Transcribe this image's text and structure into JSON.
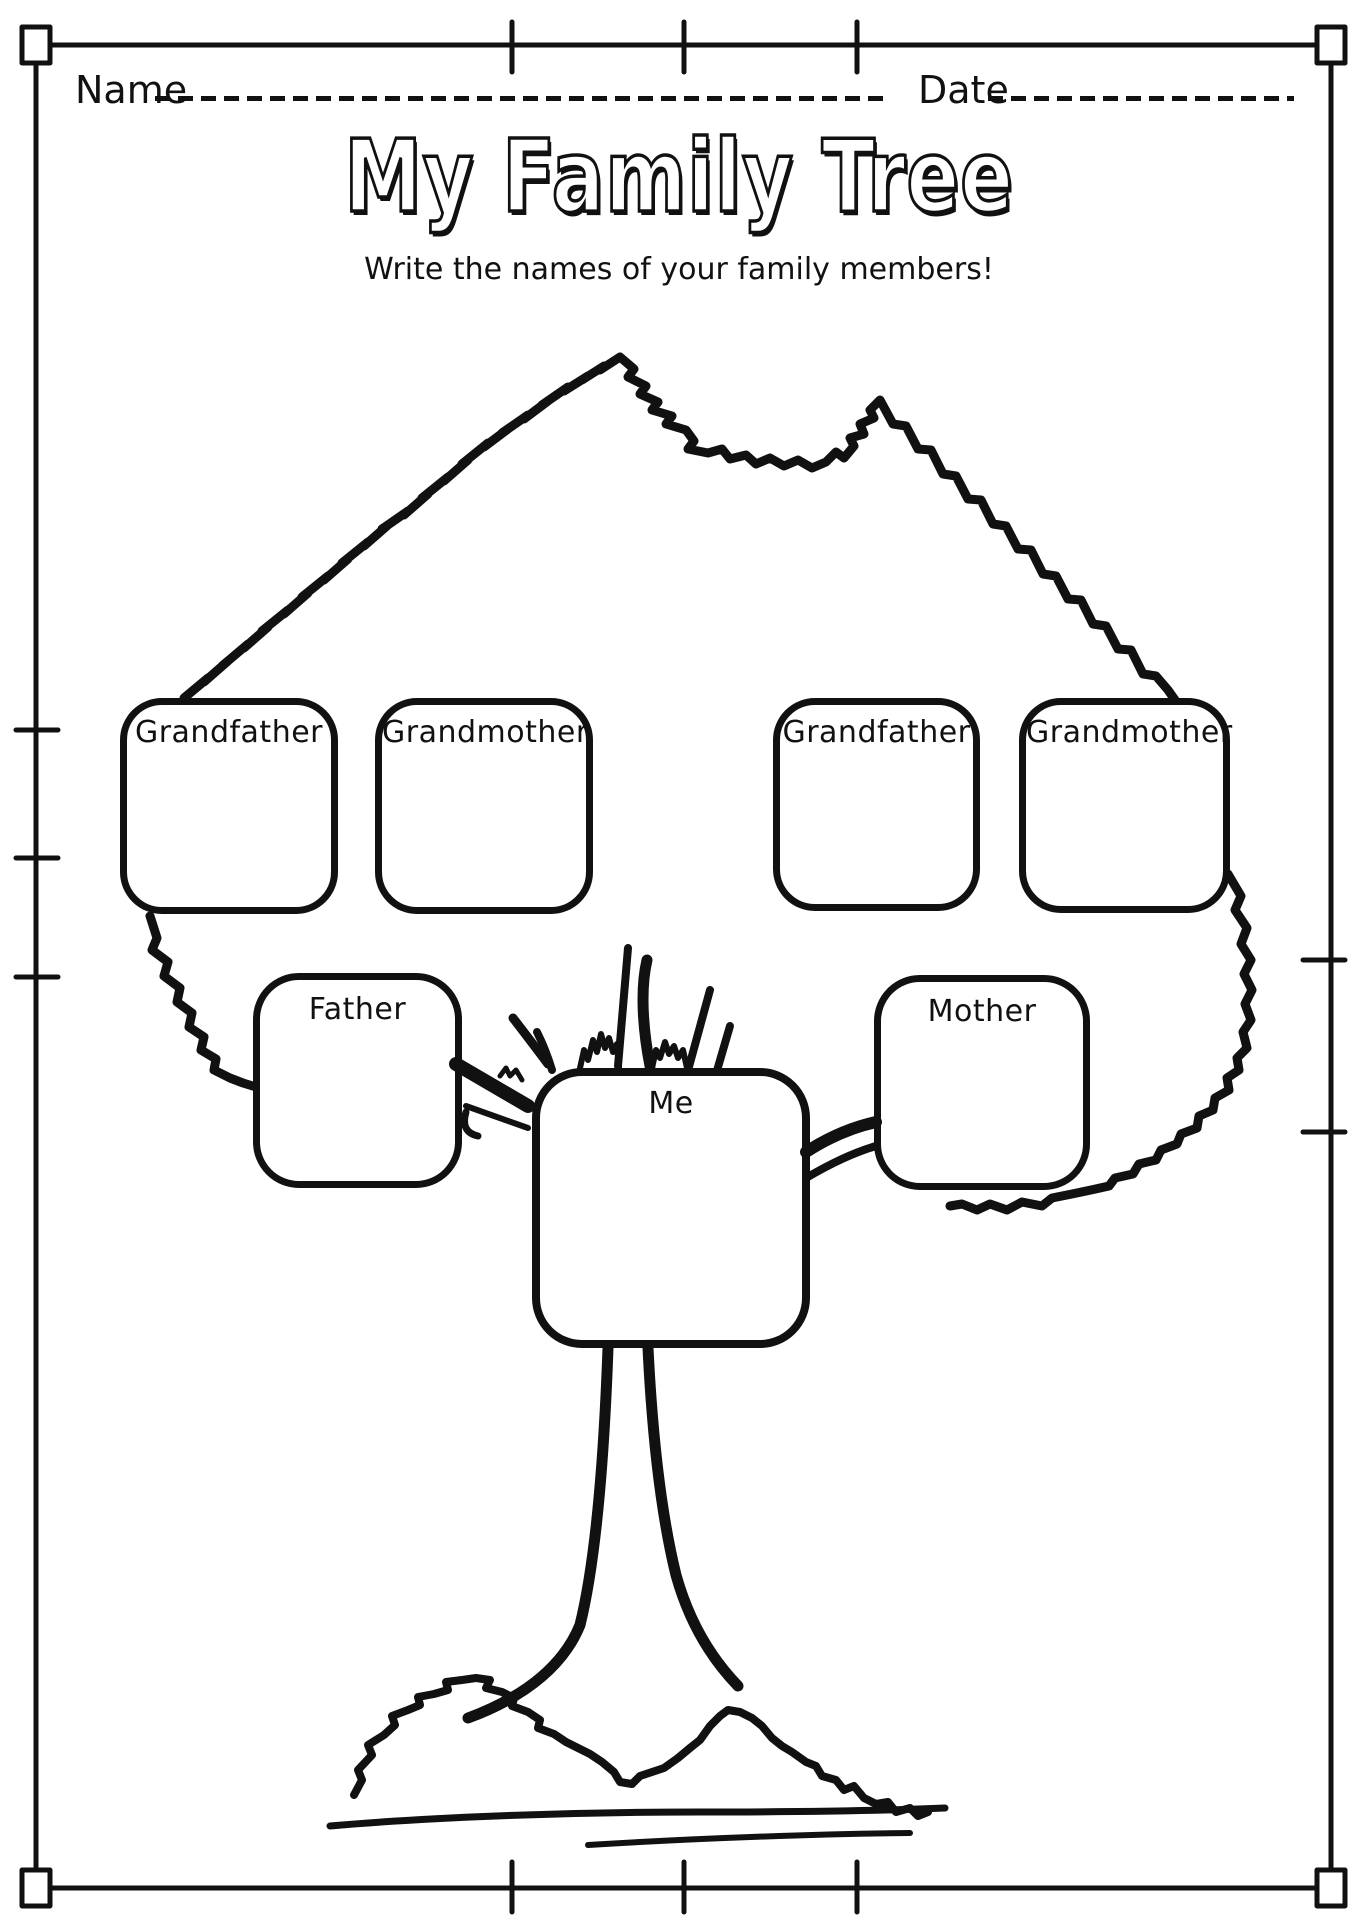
{
  "header": {
    "name_label": "Name",
    "date_label": "Date",
    "title": "My Family Tree",
    "subtitle": "Write the names of your family members!"
  },
  "tree": {
    "boxes": [
      {
        "id": "paternal-grandfather",
        "label": "Grandfather"
      },
      {
        "id": "paternal-grandmother",
        "label": "Grandmother"
      },
      {
        "id": "maternal-grandfather",
        "label": "Grandfather"
      },
      {
        "id": "maternal-grandmother",
        "label": "Grandmother"
      },
      {
        "id": "father",
        "label": "Father"
      },
      {
        "id": "mother",
        "label": "Mother"
      },
      {
        "id": "me",
        "label": "Me"
      }
    ]
  },
  "colors": {
    "ink": "#111111",
    "paper": "#ffffff"
  }
}
